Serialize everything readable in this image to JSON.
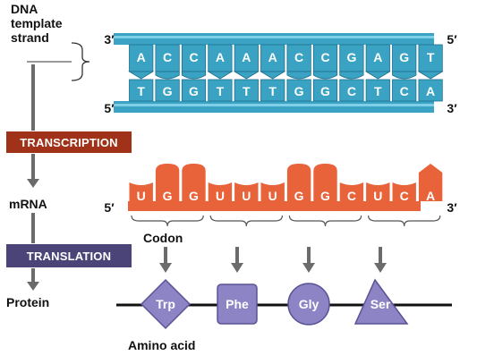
{
  "labels": {
    "dna_template_line1": "DNA",
    "dna_template_line2": "template",
    "dna_template_line3": "strand",
    "transcription": "TRANSCRIPTION",
    "mrna": "mRNA",
    "translation": "TRANSLATION",
    "protein": "Protein",
    "codon": "Codon",
    "amino_acid": "Amino acid"
  },
  "strand_ends": {
    "top_left": "3′",
    "top_right": "5′",
    "bottom_left": "5′",
    "bottom_right": "3′",
    "mrna_left": "5′",
    "mrna_right": "3′"
  },
  "dna_top_bases": [
    "A",
    "C",
    "C",
    "A",
    "A",
    "A",
    "C",
    "C",
    "G",
    "A",
    "G",
    "T"
  ],
  "dna_bottom_bases": [
    "T",
    "G",
    "G",
    "T",
    "T",
    "T",
    "G",
    "G",
    "C",
    "T",
    "C",
    "A"
  ],
  "mrna_bases": [
    "U",
    "G",
    "G",
    "U",
    "U",
    "U",
    "G",
    "G",
    "C",
    "U",
    "C",
    "A"
  ],
  "amino_acids": [
    {
      "name": "Trp",
      "shape": "diamond"
    },
    {
      "name": "Phe",
      "shape": "rounded-square"
    },
    {
      "name": "Gly",
      "shape": "circle"
    },
    {
      "name": "Ser",
      "shape": "triangle"
    }
  ],
  "colors": {
    "dna": "#3aa3c3",
    "dna_dark": "#1f6f8c",
    "mrna": "#e8623a",
    "transcription_badge": "#a0321a",
    "translation_badge": "#4a4478",
    "amino_acid": "#8c84c4",
    "amino_acid_stroke": "#5a5394",
    "arrow": "#6b6b6b"
  }
}
